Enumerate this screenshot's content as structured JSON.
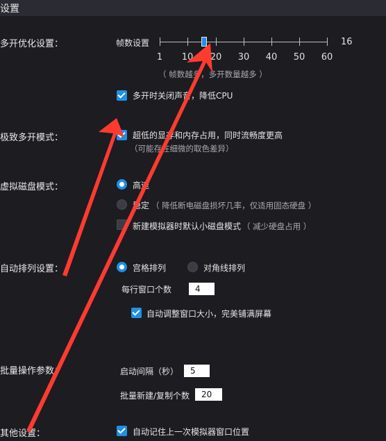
{
  "window": {
    "title": "设置"
  },
  "sections": {
    "multi_open": "多开优化设置：",
    "extreme": "极致多开模式：",
    "virtual_disk": "虚拟磁盘模式：",
    "auto_arrange": "自动排列设置：",
    "batch": "批量操作参数：",
    "other": "其他设置："
  },
  "frame_slider": {
    "label": "帧数设置",
    "value": 16,
    "min": 1,
    "max": 60,
    "tick_labels": [
      "1",
      "10",
      "20",
      "30",
      "40",
      "50",
      "60"
    ],
    "hint": "（ 帧数越多，多开数量越多 ）"
  },
  "mute_option": {
    "label": "多开时关闭声音，降低CPU",
    "checked": true
  },
  "extreme_option": {
    "label": "超低的显存和内存占用，同时流畅度更高",
    "note": "（可能存在细微的取色差异）",
    "checked": true
  },
  "disk": {
    "fast_label": "高速",
    "stable_label": "稳定",
    "stable_note": "（ 降低断电磁盘损坏几率，仅适用固态硬盘 ）",
    "small_disk_label": "新建模拟器时默认小磁盘模式",
    "small_disk_note": "（ 减少硬盘占用 ）",
    "selected": "fast",
    "small_disk_checked": false
  },
  "arrange": {
    "grid_label": "宫格排列",
    "diagonal_label": "对角线排列",
    "selected": "grid",
    "per_row_label": "每行窗口个数",
    "per_row_value": "4",
    "auto_resize_label": "自动调整窗口大小，完美铺满屏幕",
    "auto_resize_checked": true
  },
  "batch": {
    "interval_label": "启动间隔（秒）",
    "interval_value": "5",
    "count_label": "批量新建/复制个数",
    "count_value": "20"
  },
  "other": {
    "remember_position_label": "自动记住上一次模拟器窗口位置",
    "checked": true
  },
  "colors": {
    "accent": "#1e90e6",
    "background": "#1c1c21",
    "annotation": "#ff3b30"
  }
}
